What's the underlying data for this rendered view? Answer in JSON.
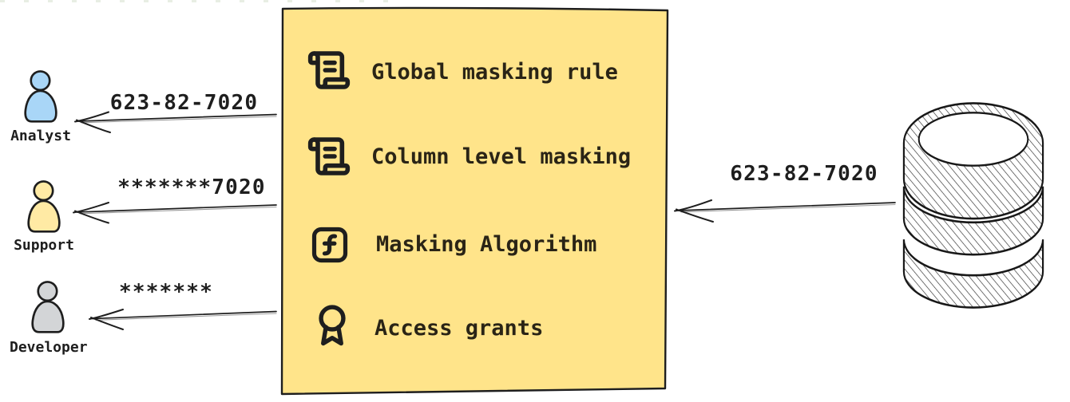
{
  "canvas": {
    "background": "#ffffff",
    "ink": "#1e1e1e"
  },
  "users": [
    {
      "name": "Analyst",
      "received_value": "623-82-7020",
      "fill": "#a9d6f7"
    },
    {
      "name": "Support",
      "received_value": "*******7020",
      "fill": "#ffeaa4"
    },
    {
      "name": "Developer",
      "received_value": "*******",
      "fill": "#d3d5d7"
    }
  ],
  "masking_box": {
    "background": "#ffe48a",
    "border_color": "#1e1e1e",
    "items": [
      {
        "label": "Global masking rule",
        "icon": "scroll-text-icon"
      },
      {
        "label": "Column level masking",
        "icon": "scroll-text-icon"
      },
      {
        "label": "Masking Algorithm",
        "icon": "function-square-icon"
      },
      {
        "label": "Access grants",
        "icon": "award-icon"
      }
    ]
  },
  "database": {
    "outgoing_value": "623-82-7020",
    "icon": "database-icon"
  }
}
